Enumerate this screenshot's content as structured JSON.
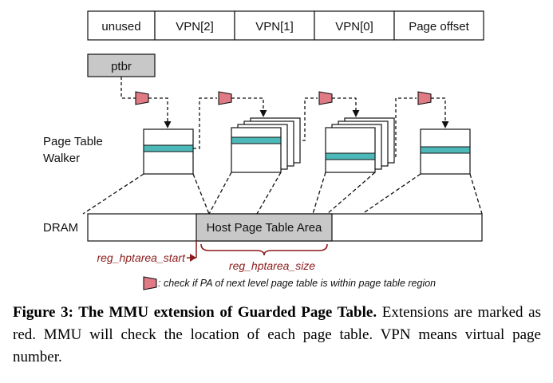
{
  "address": {
    "fields": [
      "unused",
      "VPN[2]",
      "VPN[1]",
      "VPN[0]",
      "Page offset"
    ]
  },
  "ptbr_label": "ptbr",
  "walker_label_line1": "Page Table",
  "walker_label_line2": "Walker",
  "dram_label": "DRAM",
  "host_area_label": "Host Page Table Area",
  "start_label": "reg_hptarea_start",
  "size_label": "reg_hptarea_size",
  "legend_text": ": check if PA of next level page table is within page table region",
  "caption": {
    "title": "Figure 3: The MMU extension of Guarded Page Table.",
    "body": " Extensions are marked as red. MMU will check the location of each page table. VPN means virtual page number."
  },
  "colors": {
    "check_red": "#e07a85",
    "entry_teal": "#4db8b8",
    "area_gray": "#c8c8c8",
    "label_red": "#8b1a1a"
  }
}
